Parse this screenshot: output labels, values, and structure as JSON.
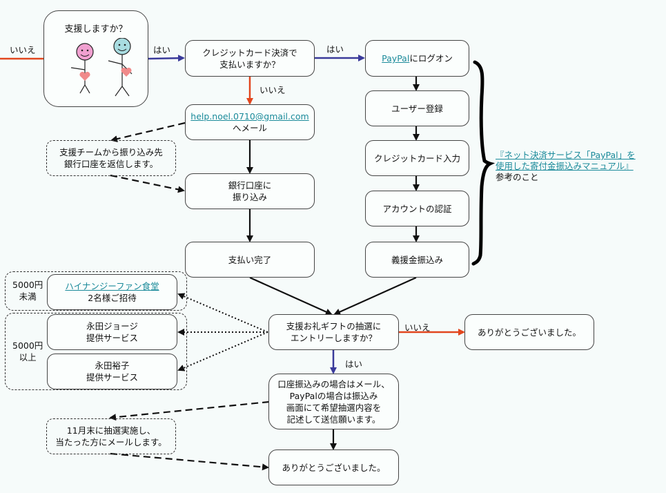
{
  "start": {
    "question": "支援しますか？"
  },
  "edge_labels": {
    "no": "いいえ",
    "yes": "はい"
  },
  "nodes": {
    "credit_question": [
      "クレジットカード決済で",
      "支払いますか？"
    ],
    "paypal_logon": {
      "link": "PayPal",
      "suffix": "にログオン"
    },
    "user_register": "ユーザー登録",
    "card_input": "クレジットカード入力",
    "account_auth": "アカウントの認証",
    "donation_transfer": "義援金振込み",
    "email": {
      "link": "help.noel.0710@gmail.com",
      "suffix": "へメール"
    },
    "bank_transfer": [
      "銀行口座に",
      "振り込み"
    ],
    "payment_done": "支払い完了",
    "entry_question": [
      "支援お礼ギフトの抽選に",
      "エントリーしますか？"
    ],
    "thanks_no": "ありがとうございました。",
    "entry_instructions": [
      "口座振込みの場合はメール、",
      "PayPalの場合は振込み",
      "画面にて希望抽選内容を",
      "記述して送信願います。"
    ],
    "thanks_final": "ありがとうございました。"
  },
  "notes": {
    "support_team": [
      "支援チームから振り込み先",
      "銀行口座を返信します。"
    ],
    "lottery": [
      "11月末に抽選実施し、",
      "当たった方にメールします。"
    ]
  },
  "manual_reference": {
    "link_line1": "『ネット決済サービス「PayPal」を",
    "link_line2": "使用した寄付金振込みマニュアル』",
    "suffix": "参考のこと"
  },
  "prizes": {
    "under_5000": {
      "range": [
        "5000円",
        "未満"
      ],
      "items": [
        {
          "link": "ハイナンジーファン食堂",
          "line2": "2名様ご招待"
        }
      ]
    },
    "over_5000": {
      "range": [
        "5000円",
        "以上"
      ],
      "items": [
        {
          "line1": "永田ジョージ",
          "line2": "提供サービス"
        },
        {
          "line1": "永田裕子",
          "line2": "提供サービス"
        }
      ]
    }
  },
  "colors": {
    "yes_arrow": "#3a3a9a",
    "no_arrow": "#e2461e",
    "link": "#1a8a9a",
    "face_pink": "#f0a0d0",
    "face_blue": "#a8dce0",
    "heart": "#f08a8a"
  }
}
